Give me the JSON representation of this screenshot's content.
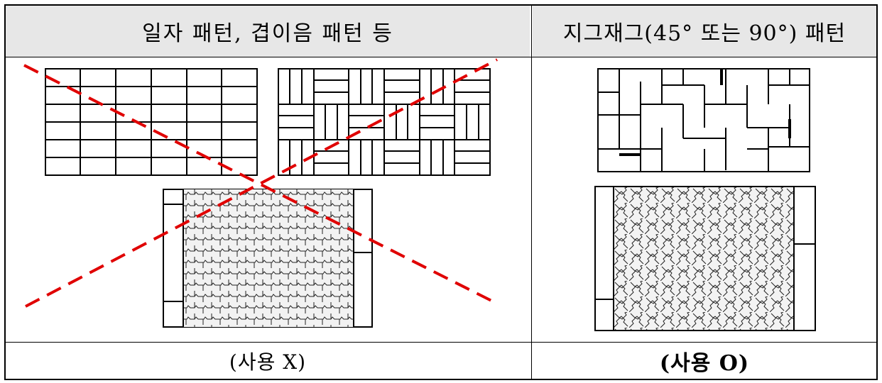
{
  "table": {
    "header_left": "일자 패턴, 겹이음 패턴 등",
    "header_right": "지그재그(45° 또는 90°) 패턴",
    "footer_left": "(사용 X)",
    "footer_right": "(사용 O)"
  },
  "colors": {
    "header_bg": "#e7e7e7",
    "line": "#000000",
    "cross_mark": "#e00000"
  }
}
